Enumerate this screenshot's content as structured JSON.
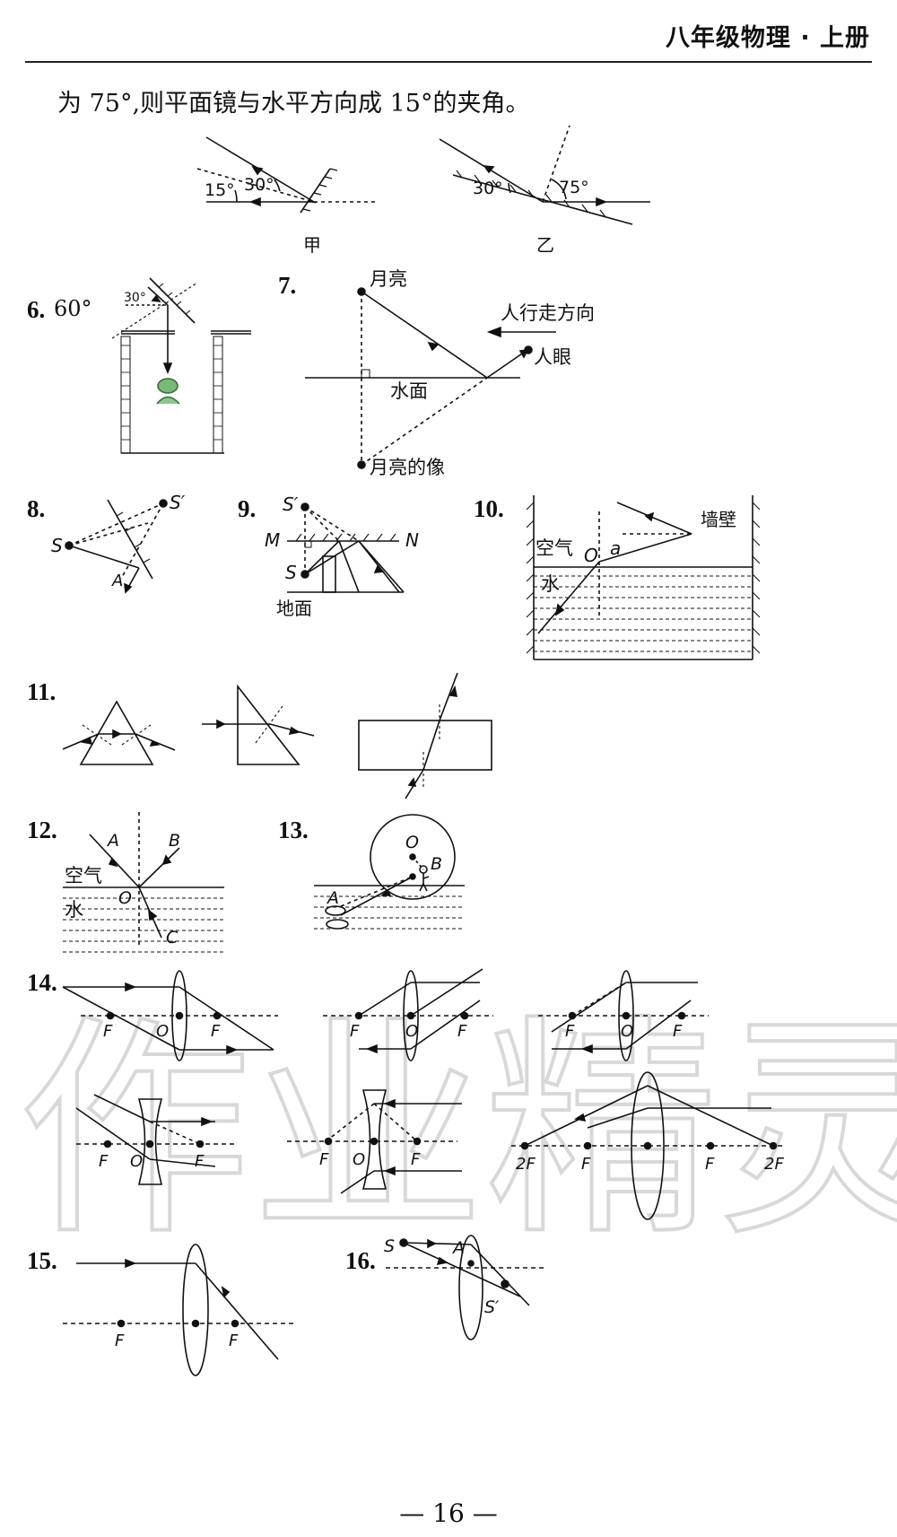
{
  "header": {
    "title": "八年级物理 · 上册"
  },
  "intro_text": "为 75°,则平面镜与水平方向成 15°的夹角。",
  "fig_5": {
    "jia": {
      "angle1": "15°",
      "angle2": "30°",
      "caption": "甲"
    },
    "yi": {
      "angle1": "30°",
      "angle2": "75°",
      "caption": "乙"
    }
  },
  "q6": {
    "number": "6.",
    "answer": "60°",
    "angle": "30°"
  },
  "q7": {
    "number": "7.",
    "moon": "月亮",
    "direction": "人行走方向",
    "eye": "人眼",
    "water": "水面",
    "moon_image": "月亮的像"
  },
  "q8": {
    "number": "8.",
    "S": "S",
    "S_prime": "S′",
    "A": "A"
  },
  "q9": {
    "number": "9.",
    "S_prime": "S′",
    "M": "M",
    "N": "N",
    "S": "S",
    "ground": "地面"
  },
  "q10": {
    "number": "10.",
    "air": "空气",
    "water": "水",
    "O": "O",
    "a": "a",
    "wall": "墙壁"
  },
  "q11": {
    "number": "11."
  },
  "q12": {
    "number": "12.",
    "A": "A",
    "B": "B",
    "air": "空气",
    "O": "O",
    "water": "水",
    "C": "C"
  },
  "q13": {
    "number": "13.",
    "O": "O",
    "B": "B",
    "A": "A"
  },
  "q14": {
    "number": "14.",
    "F": "F",
    "O": "O",
    "twoF": "2F"
  },
  "q15": {
    "number": "15.",
    "F": "F"
  },
  "q16": {
    "number": "16.",
    "S": "S",
    "A": "A",
    "S_prime": "S′"
  },
  "watermark": "作业精灵",
  "footer": {
    "page": "— 16 —"
  }
}
